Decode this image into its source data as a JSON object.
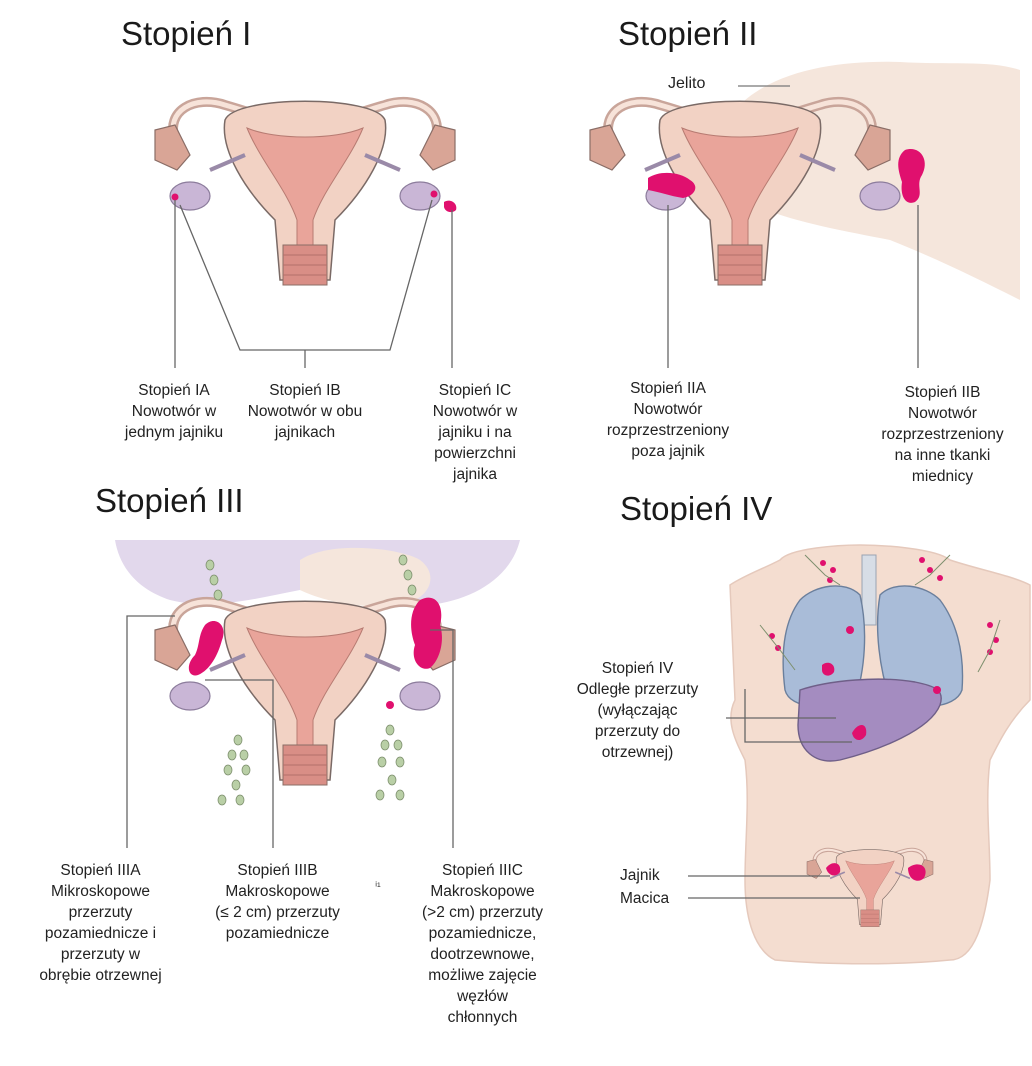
{
  "panels": {
    "stage1": {
      "title": "Stopień I",
      "labels": {
        "ia": [
          "Stopień IA",
          "Nowotwór w",
          "jednym jajniku"
        ],
        "ib": [
          "Stopień IB",
          "Nowotwór w obu",
          "jajnikach"
        ],
        "ic": [
          "Stopień IC",
          "Nowotwór w",
          "jajniku i na",
          "powierzchni",
          "jajnika"
        ]
      }
    },
    "stage2": {
      "title": "Stopień II",
      "bowel_label": "Jelito",
      "labels": {
        "iia": [
          "Stopień IIA",
          "Nowotwór",
          "rozprzestrzeniony",
          "poza jajnik"
        ],
        "iib": [
          "Stopień IIB",
          "Nowotwór",
          "rozprzestrzeniony",
          "na inne tkanki",
          "miednicy"
        ]
      }
    },
    "stage3": {
      "title": "Stopień III",
      "stray_mark": "ᵢ₁",
      "labels": {
        "iiia": [
          "Stopień IIIA",
          "Mikroskopowe",
          "przerzuty",
          "pozamiednicze i",
          "przerzuty w",
          "obrębie otrzewnej"
        ],
        "iiib": [
          "Stopień IIIB",
          "Makroskopowe",
          "(≤ 2 cm) przerzuty",
          "pozamiednicze"
        ],
        "iiic": [
          "Stopień IIIC",
          "Makroskopowe",
          "(>2 cm) przerzuty",
          "pozamiednicze,",
          "dootrzewnowe,",
          "możliwe zajęcie",
          "węzłów",
          "chłonnych"
        ]
      }
    },
    "stage4": {
      "title": "Stopień IV",
      "labels": {
        "iv": [
          "Stopień IV",
          "Odległe przerzuty",
          "(wyłączając",
          "przerzuty do",
          "otrzewnej)"
        ],
        "ovary": "Jajnik",
        "uterus": "Macica"
      }
    }
  },
  "colors": {
    "uterus_outer": "#f2d2c4",
    "uterus_inner": "#e9a49a",
    "ovary": "#c9b6d6",
    "tumor": "#e0106e",
    "lung": "#a9bcd8",
    "liver": "#a48cc0",
    "body": "#f4ddd0",
    "bowel": "#f5e6dc",
    "lymph": "#b9cfa6"
  }
}
